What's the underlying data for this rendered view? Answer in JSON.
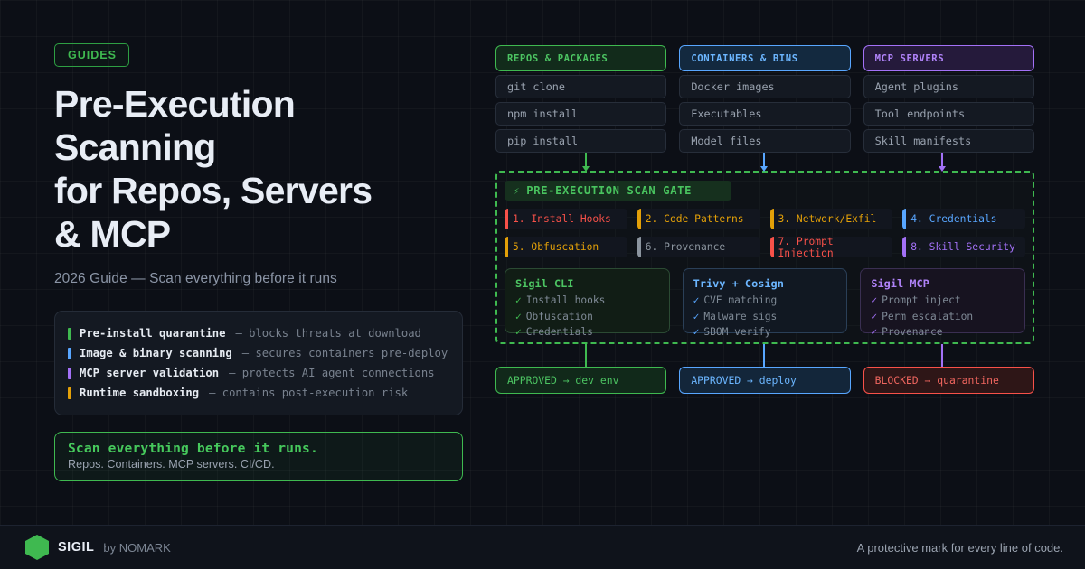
{
  "hero": {
    "badge": "GUIDES",
    "title_lines": [
      "Pre-Execution Scanning",
      "for Repos, Servers",
      "& MCP"
    ],
    "subtitle": "2026 Guide — Scan everything before it runs",
    "features": [
      {
        "label": "Pre-install quarantine",
        "desc": "— blocks threats at download",
        "color": "#3fb950"
      },
      {
        "label": "Image & binary scanning",
        "desc": "— secures containers pre-deploy",
        "color": "#58a6ff"
      },
      {
        "label": "MCP server validation",
        "desc": "— protects AI agent connections",
        "color": "#a371f7"
      },
      {
        "label": "Runtime sandboxing",
        "desc": "— contains post-execution risk",
        "color": "#e3a008"
      }
    ],
    "callout": {
      "title": "Scan everything before it runs.",
      "subtitle": "Repos. Containers. MCP servers. CI/CD."
    }
  },
  "diagram": {
    "sources": [
      {
        "header": "REPOS & PACKAGES",
        "tone": "green",
        "items": [
          "git clone",
          "npm install",
          "pip install"
        ]
      },
      {
        "header": "CONTAINERS & BINS",
        "tone": "blue",
        "items": [
          "Docker images",
          "Executables",
          "Model files"
        ]
      },
      {
        "header": "MCP SERVERS",
        "tone": "purple",
        "items": [
          "Agent plugins",
          "Tool endpoints",
          "Skill manifests"
        ]
      }
    ],
    "gate": {
      "bolt": "⚡",
      "title": "PRE-EXECUTION SCAN GATE",
      "checks": [
        {
          "label": "1. Install Hooks",
          "color": "#f85149"
        },
        {
          "label": "2. Code Patterns",
          "color": "#e3a008"
        },
        {
          "label": "3. Network/Exfil",
          "color": "#e3a008"
        },
        {
          "label": "4. Credentials",
          "color": "#58a6ff"
        },
        {
          "label": "5. Obfuscation",
          "color": "#e3a008"
        },
        {
          "label": "6. Provenance",
          "color": "#8b949e"
        },
        {
          "label": "7. Prompt Injection",
          "color": "#f85149"
        },
        {
          "label": "8. Skill Security",
          "color": "#a371f7"
        }
      ],
      "tools": [
        {
          "title": "Sigil CLI",
          "tone": "green",
          "tick": "✓",
          "lines": [
            "Install hooks",
            "Obfuscation",
            "Credentials"
          ]
        },
        {
          "title": "Trivy + Cosign",
          "tone": "blue",
          "tick": "✓",
          "lines": [
            "CVE matching",
            "Malware sigs",
            "SBOM verify"
          ]
        },
        {
          "title": "Sigil MCP",
          "tone": "purple",
          "tick": "✓",
          "lines": [
            "Prompt inject",
            "Perm escalation",
            "Provenance"
          ]
        }
      ]
    },
    "outcomes": [
      {
        "label": "APPROVED → dev env",
        "tone": "green"
      },
      {
        "label": "APPROVED → deploy",
        "tone": "blue"
      },
      {
        "label": "BLOCKED → quarantine",
        "tone": "red"
      }
    ]
  },
  "footer": {
    "brand": "SIGIL",
    "by": "by NOMARK",
    "tagline": "A protective mark for every line of code."
  }
}
